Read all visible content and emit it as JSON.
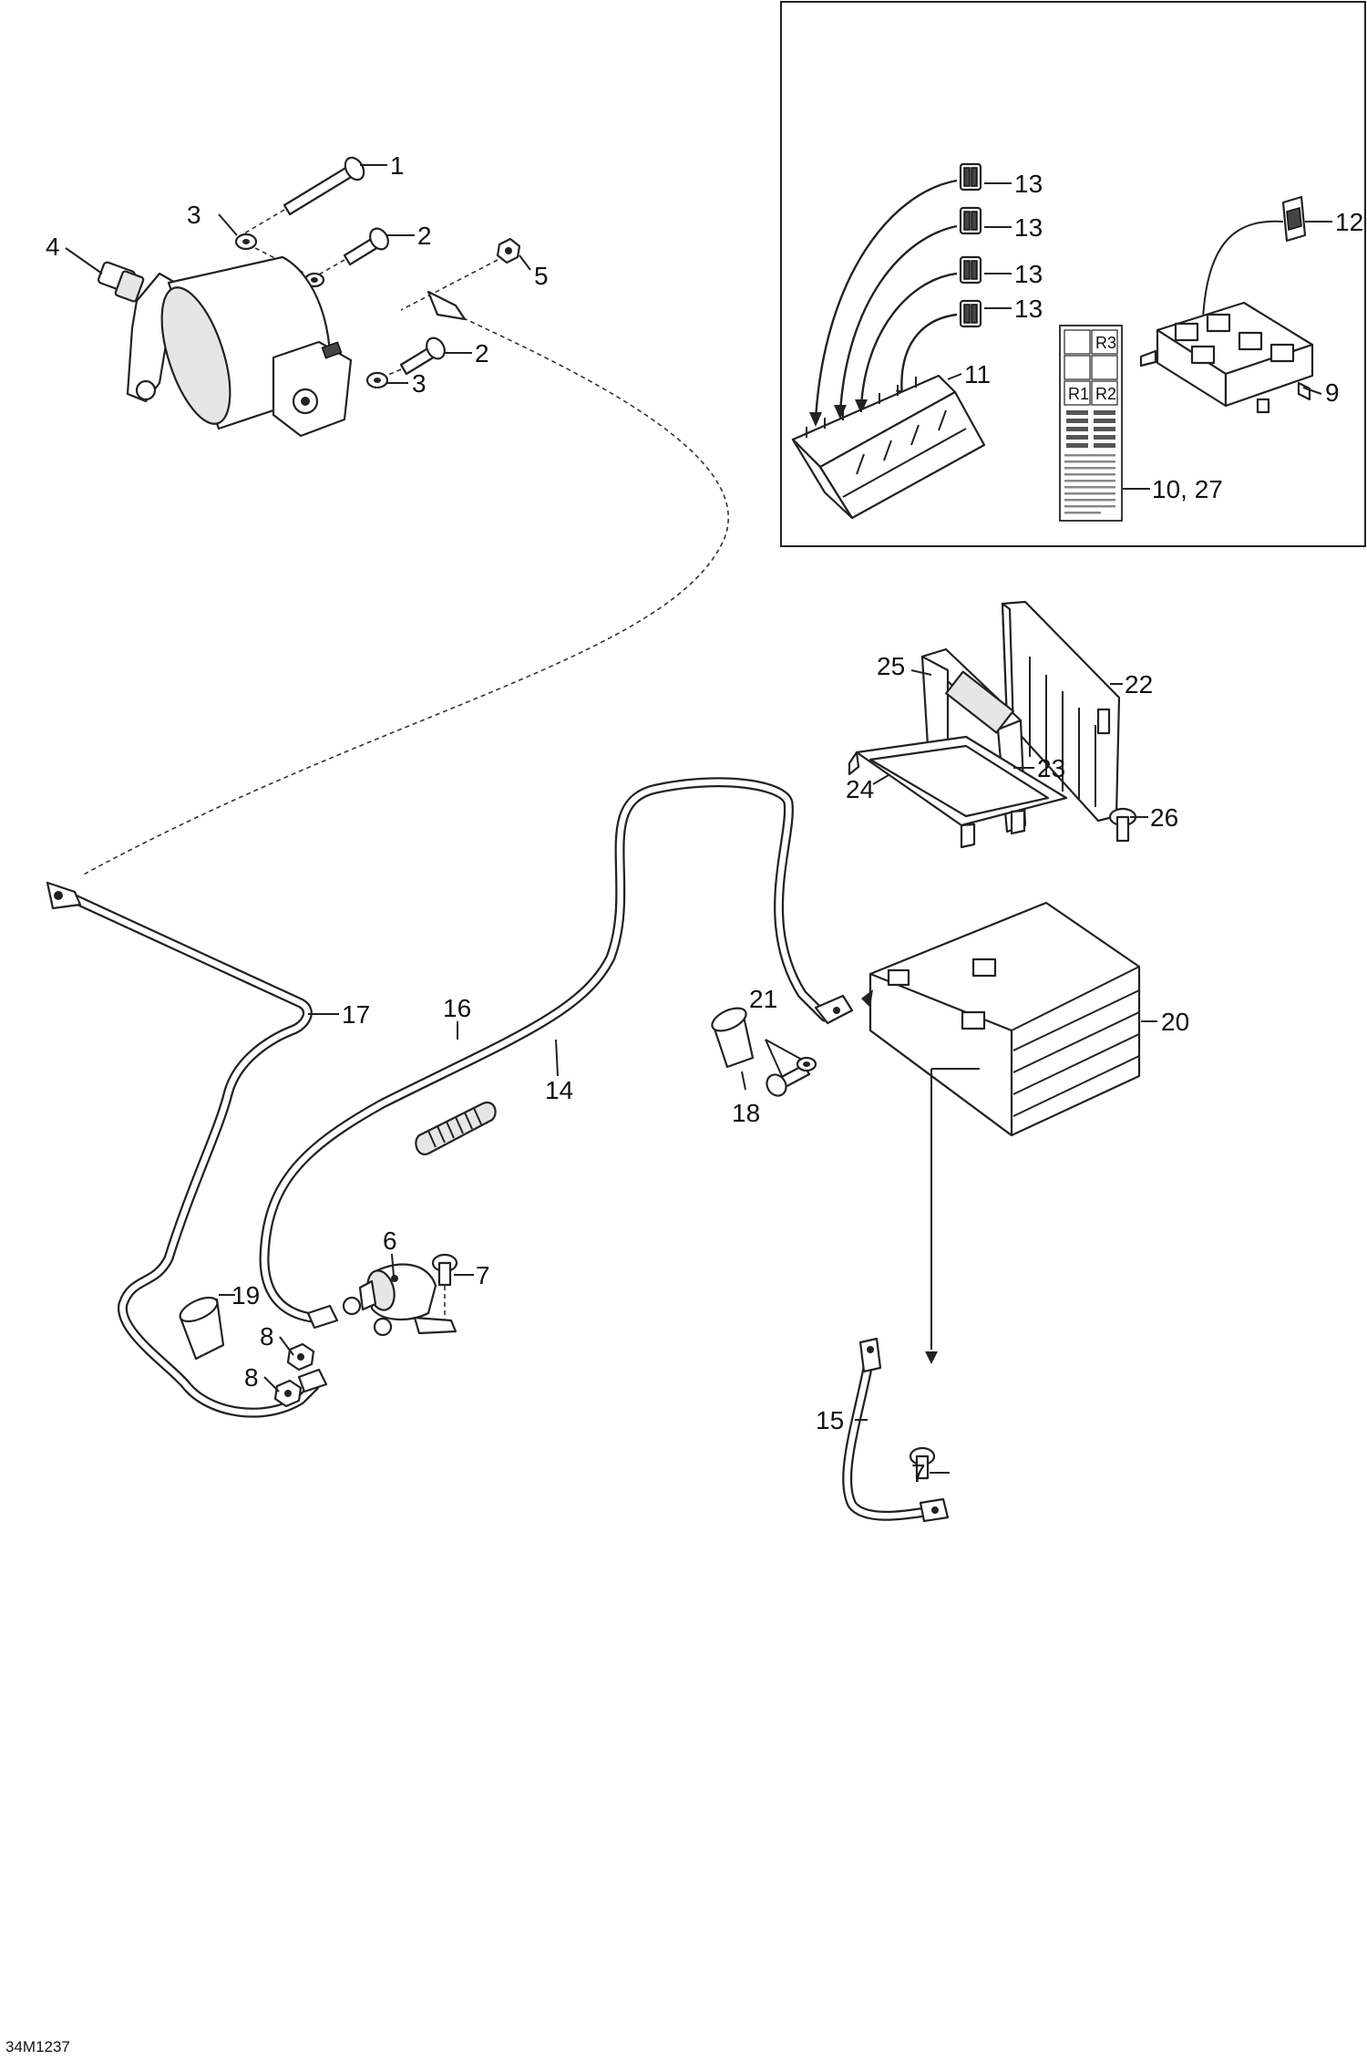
{
  "drawing_code": "34M1237",
  "callouts": [
    {
      "id": "c1",
      "text": "1"
    },
    {
      "id": "c2a",
      "text": "2"
    },
    {
      "id": "c2b",
      "text": "2"
    },
    {
      "id": "c3a",
      "text": "3"
    },
    {
      "id": "c3b",
      "text": "3"
    },
    {
      "id": "c4",
      "text": "4"
    },
    {
      "id": "c5",
      "text": "5"
    },
    {
      "id": "c6",
      "text": "6"
    },
    {
      "id": "c7a",
      "text": "7"
    },
    {
      "id": "c7b",
      "text": "7"
    },
    {
      "id": "c8a",
      "text": "8"
    },
    {
      "id": "c8b",
      "text": "8"
    },
    {
      "id": "c9",
      "text": "9"
    },
    {
      "id": "c10",
      "text": "10, 27"
    },
    {
      "id": "c11",
      "text": "11"
    },
    {
      "id": "c12",
      "text": "12"
    },
    {
      "id": "c13a",
      "text": "13"
    },
    {
      "id": "c13b",
      "text": "13"
    },
    {
      "id": "c13c",
      "text": "13"
    },
    {
      "id": "c13d",
      "text": "13"
    },
    {
      "id": "c14",
      "text": "14"
    },
    {
      "id": "c15",
      "text": "15"
    },
    {
      "id": "c16",
      "text": "16"
    },
    {
      "id": "c17",
      "text": "17"
    },
    {
      "id": "c18",
      "text": "18"
    },
    {
      "id": "c19",
      "text": "19"
    },
    {
      "id": "c20",
      "text": "20"
    },
    {
      "id": "c21",
      "text": "21"
    },
    {
      "id": "c22",
      "text": "22"
    },
    {
      "id": "c23",
      "text": "23"
    },
    {
      "id": "c24",
      "text": "24"
    },
    {
      "id": "c25",
      "text": "25"
    },
    {
      "id": "c26",
      "text": "26"
    }
  ],
  "fuse_label": {
    "slot_codes": [
      "R3",
      "R1",
      "R2"
    ]
  }
}
